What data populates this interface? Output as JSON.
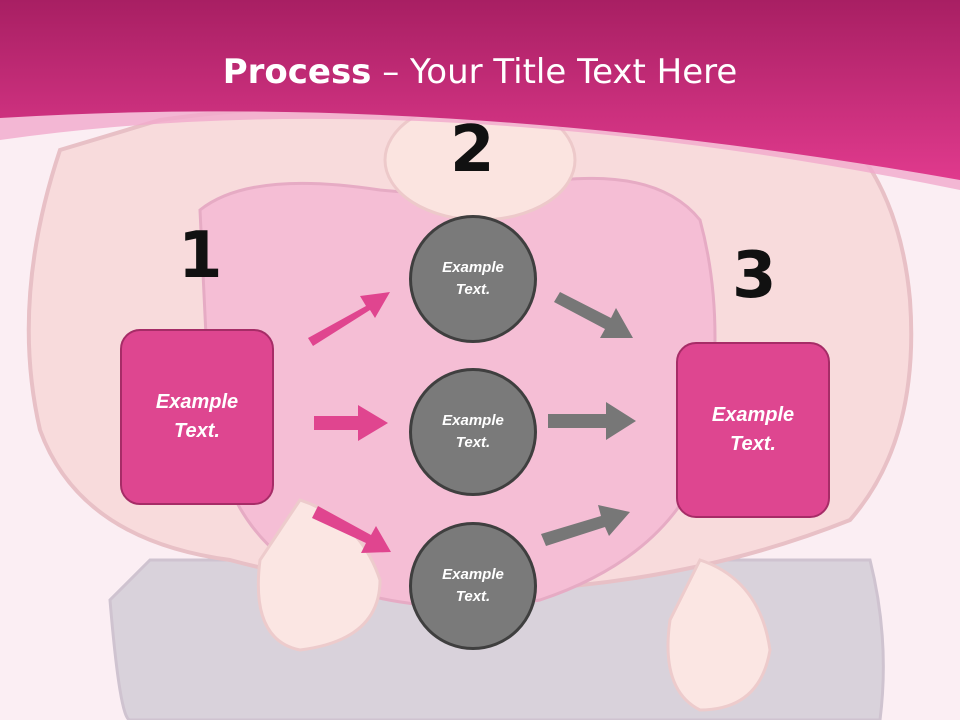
{
  "slide": {
    "title_bold": "Process",
    "title_rest": " – Your Title Text Here"
  },
  "steps": {
    "n1": "1",
    "n2": "2",
    "n3": "3"
  },
  "left_box": {
    "text": "Example Text."
  },
  "right_box": {
    "text": "Example Text."
  },
  "circles": [
    {
      "text": "Example Text."
    },
    {
      "text": "Example Text."
    },
    {
      "text": "Example Text."
    }
  ],
  "colors": {
    "header": "#d9307f",
    "box": "#de4690",
    "circle": "#7a7a7a",
    "arrow_pink": "#e0458f",
    "arrow_gray": "#777777"
  }
}
